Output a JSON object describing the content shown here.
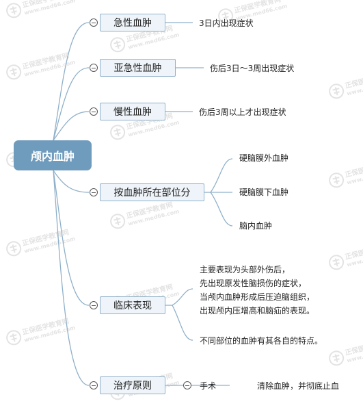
{
  "root": "颅内血肿",
  "branches": [
    {
      "label": "急性血肿",
      "detail": "3日内出现症状"
    },
    {
      "label": "亚急性血肿",
      "detail": "伤后3日～3周出现症状"
    },
    {
      "label": "慢性血肿",
      "detail": "伤后3周以上才出现症状"
    },
    {
      "label": "按血肿所在部位分",
      "items": [
        "硬脑膜外血肿",
        "硬脑膜下血肿",
        "脑内血肿"
      ]
    },
    {
      "label": "临床表现",
      "lines": [
        "主要表现为头部外伤后，",
        "先出现原发性脑损伤的症状，",
        "当颅内血肿形成后压迫脑组织，",
        "出现颅内压增高和脑疝的表现。"
      ],
      "note": "不同部位的血肿有其各自的特点。"
    },
    {
      "label": "治疗原则",
      "method": "手术",
      "method_detail": "清除血肿，并彻底止血"
    }
  ],
  "watermark": {
    "cn": "正保医学教育网",
    "en": "www.med66.com"
  }
}
